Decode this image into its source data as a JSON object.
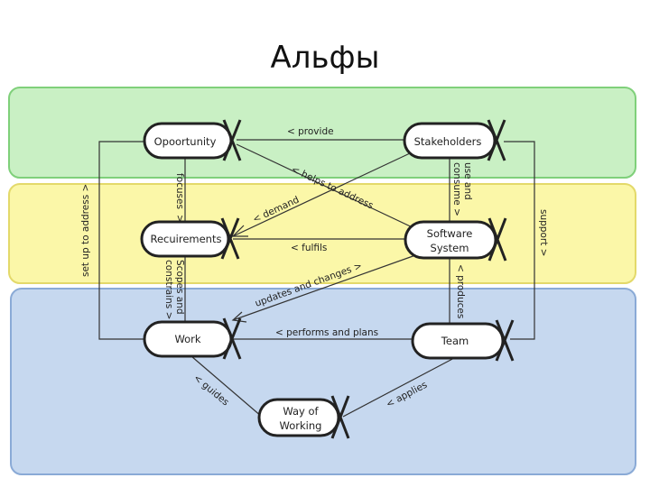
{
  "title": "Альфы",
  "nodes": {
    "opportunity": "Opoortunity",
    "stakeholders": "Stakeholders",
    "requirements": "Recuirements",
    "software_system_1": "Software",
    "software_system_2": "System",
    "work": "Work",
    "team": "Team",
    "way_of_working_1": "Way of",
    "way_of_working_2": "Working"
  },
  "edges": {
    "provide": "< provide",
    "helps_to_address": "< helps to address",
    "use_and_consume_1": "use and",
    "use_and_consume_2": "consume >",
    "focuses_1": "focuses",
    "focuses_2": ">",
    "demand": "< demand",
    "set_up_to_address": "set up to address >",
    "support": "support >",
    "fulfils": "< fulfils",
    "scopes_1": "Scopes and",
    "scopes_2": "constrains >",
    "updates_and_changes": "updates and changes >",
    "produces": "< produces",
    "performs_and_plans": "< performs and plans",
    "guides": "< guides",
    "applies": "< applies"
  },
  "colors": {
    "customer_band": "#c9f0c4",
    "customer_border": "#7fd07a",
    "solution_band": "#fbf7a8",
    "solution_border": "#e3d96a",
    "endeavor_band": "#c6d8ef",
    "endeavor_border": "#8aaad6",
    "node_fill": "#ffffff",
    "line": "#333333"
  }
}
